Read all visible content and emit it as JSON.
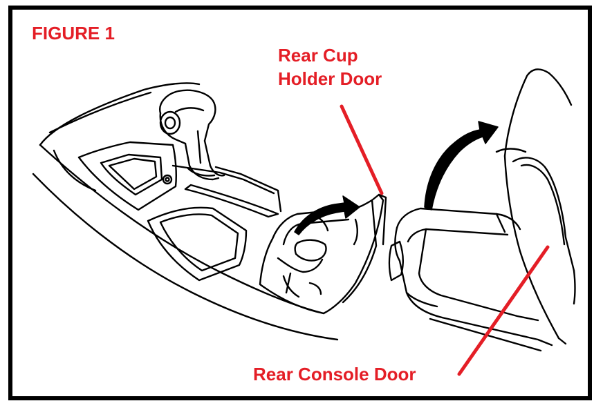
{
  "figure": {
    "title": "FIGURE 1",
    "labels": {
      "cup_holder_line1": "Rear Cup",
      "cup_holder_line2": "Holder Door",
      "console_door": "Rear Console Door"
    }
  },
  "colors": {
    "label_text": "#e41e26",
    "leader_line": "#e41e26",
    "line_art": "#000000",
    "frame": "#000000",
    "background": "#ffffff"
  }
}
